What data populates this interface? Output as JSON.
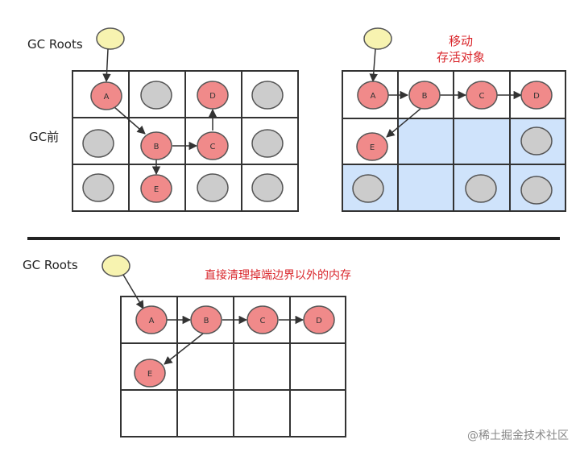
{
  "labels": {
    "gc_roots_top": "GC Roots",
    "gc_before": "GC前",
    "move_line1": "移动",
    "move_line2": "存活对象",
    "gc_roots_bottom": "GC Roots",
    "clear_note": "直接清理掉端边界以外的内存",
    "watermark": "@稀土掘金技术社区"
  },
  "nodes": {
    "a": "A",
    "b": "B",
    "c": "C",
    "d": "D",
    "e": "E"
  },
  "colors": {
    "live_object": "#f08a8a",
    "dead_object": "#cccccc",
    "root": "#f7f3b0",
    "free_area": "#cfe3fb",
    "annotation": "#d9262b",
    "grid": "#333333"
  }
}
